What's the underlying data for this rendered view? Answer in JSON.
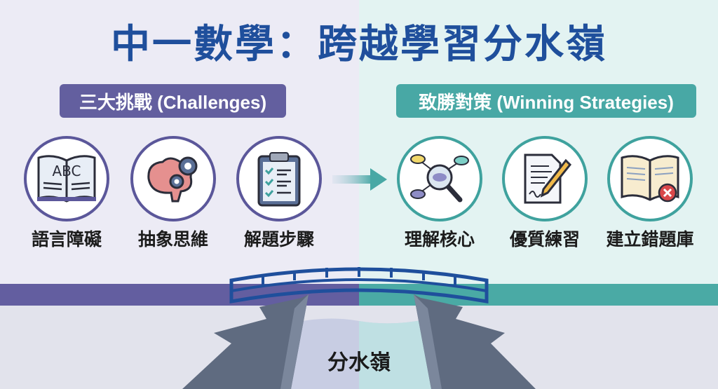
{
  "title": "中一數學：跨越學習分水嶺",
  "left": {
    "heading": "三大挑戰 (Challenges)",
    "color": "#635f9f",
    "items": [
      {
        "label": "語言障礙",
        "icon": "book-abc-icon"
      },
      {
        "label": "抽象思維",
        "icon": "brain-gears-icon"
      },
      {
        "label": "解題步驟",
        "icon": "clipboard-checklist-icon"
      }
    ]
  },
  "right": {
    "heading": "致勝對策 (Winning Strategies)",
    "color": "#48a8a5",
    "items": [
      {
        "label": "理解核心",
        "icon": "magnifier-network-icon"
      },
      {
        "label": "優質練習",
        "icon": "document-pencil-icon"
      },
      {
        "label": "建立錯題庫",
        "icon": "notebook-error-icon"
      }
    ]
  },
  "abc": "ABC",
  "divide_label": "分水嶺"
}
